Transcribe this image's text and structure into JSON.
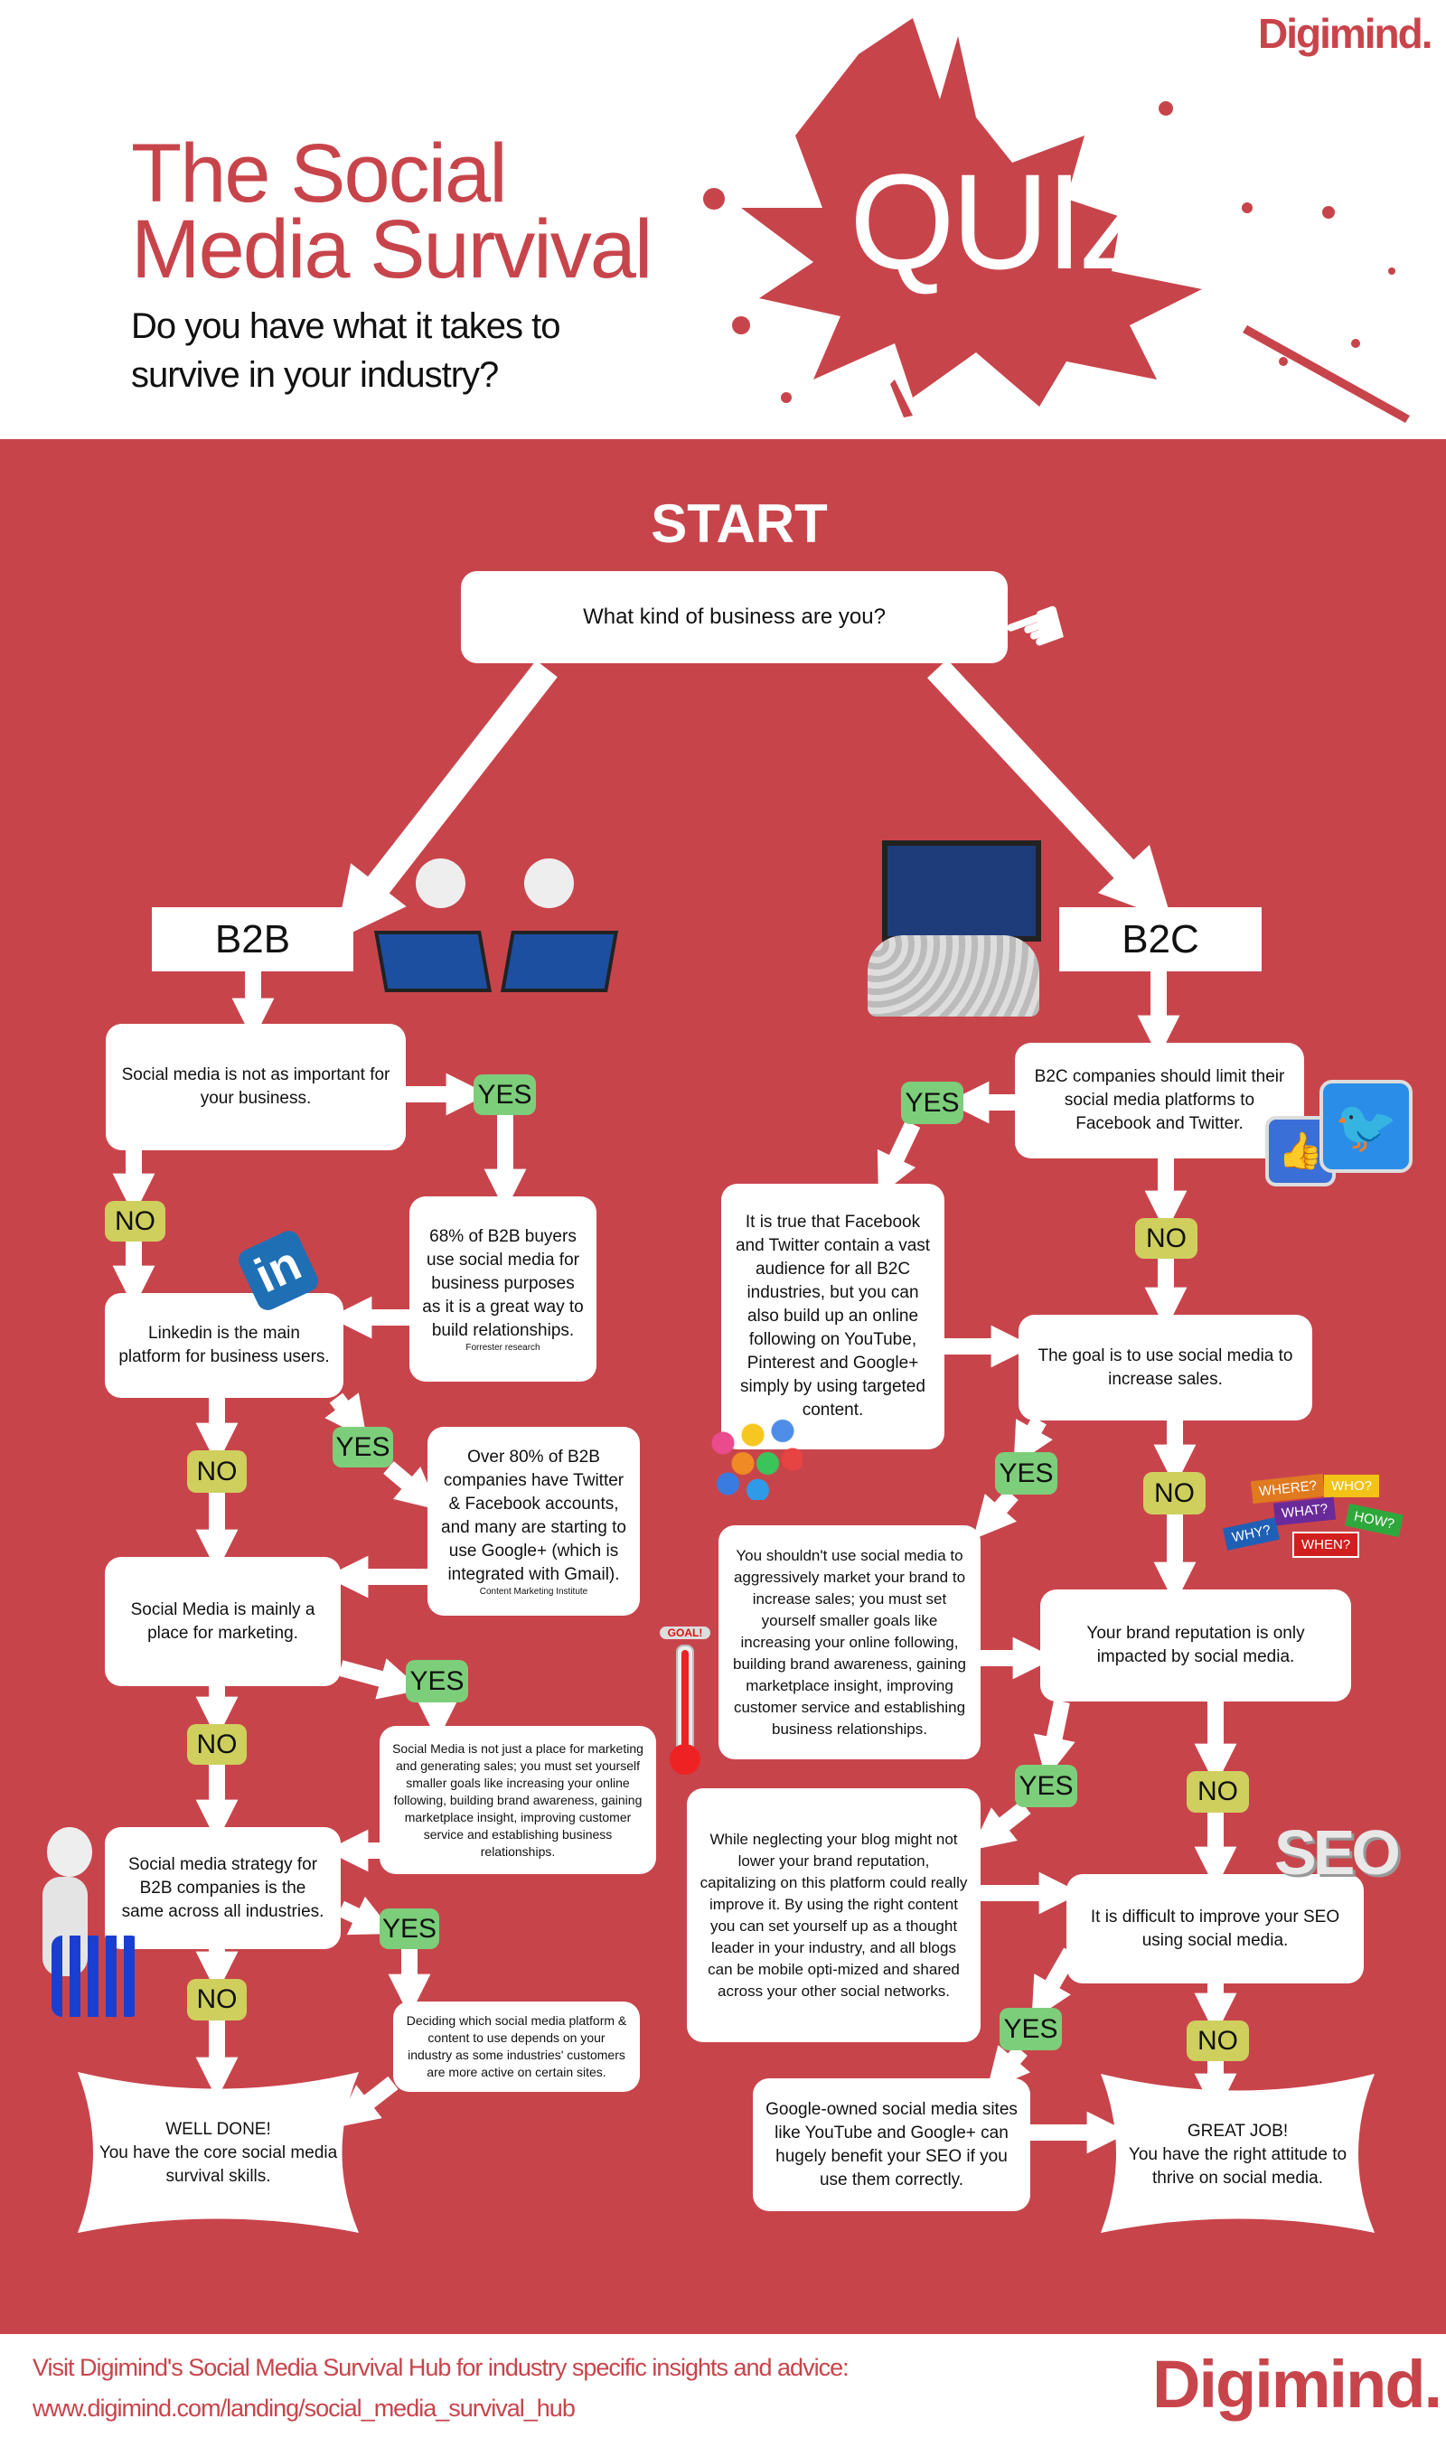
{
  "header": {
    "title_line1": "The Social",
    "title_line2": "Media Survival",
    "subtitle_line1": "Do you have what it takes to",
    "subtitle_line2": "survive in your industry?",
    "quiz": "QUIZ",
    "logo": "Digimind."
  },
  "start": "START",
  "question": "What kind of business are you?",
  "branches": {
    "b2b": "B2B",
    "b2c": "B2C"
  },
  "badges": {
    "yes": "YES",
    "no": "NO"
  },
  "b2b": {
    "q1": "Social media is not as important for your business.",
    "fact1": "68% of B2B buyers use social media for business purposes as it is a great way to build relationships.",
    "fact1_source": "Forrester research",
    "q2": "Linkedin is the main platform for business users.",
    "fact2": "Over 80% of B2B companies have Twitter & Facebook accounts, and many are starting to use Google+ (which is integrated with Gmail).",
    "fact2_source": "Content Marketing Institute",
    "q3": "Social Media is mainly a place for marketing.",
    "fact3": "Social Media is not just a place for marketing and generating sales; you must set yourself smaller goals like increasing your online following, building brand awareness, gaining marketplace insight, improving customer service and establishing business relationships.",
    "q4": "Social media strategy for B2B companies is the same across all industries.",
    "fact4": "Deciding which social media platform & content to use depends on your industry  as some industries' customers are more active on certain sites.",
    "result_title": "WELL DONE!",
    "result_text": "You have the core social media survival skills."
  },
  "b2c": {
    "q1": "B2C companies should limit their social media platforms to Facebook and Twitter.",
    "fact1": "It is true that Facebook and Twitter contain a vast audience for all B2C industries, but you can also build up an online following on YouTube, Pinterest and Google+ simply by using targeted content.",
    "q2": "The goal is to use social media to increase sales.",
    "fact2": "You shouldn't use social media to aggressively market your brand to increase sales; you must set yourself smaller goals like increasing your online following, building brand awareness, gaining marketplace insight, improving customer service and establishing business relationships.",
    "q3": "Your brand reputation is only impacted by social media.",
    "fact3": "While neglecting your blog might not lower your brand reputation, capitalizing on this platform could really improve it. By using the right content you can set yourself up as a thought leader in your industry, and all blogs can be mobile opti-mized and shared across your other social networks.",
    "q4": "It is difficult to improve your SEO using social media.",
    "fact4": "Google-owned social media sites like YouTube and Google+ can hugely benefit your SEO if you use them correctly.",
    "result_title": "GREAT JOB!",
    "result_text": "You have the right attitude to thrive on social media."
  },
  "graphics": {
    "linkedin": "in",
    "goal": "GOAL!",
    "seo": "SEO",
    "signs": [
      "WHERE?",
      "WHO?",
      "WHAT?",
      "HOW?",
      "WHY?",
      "WHEN?"
    ]
  },
  "footer": {
    "line1": "Visit Digimind's Social Media Survival Hub for industry specific insights and advice:",
    "url": "www.digimind.com/landing/social_media_survival_hub",
    "logo": "Digimind."
  },
  "colors": {
    "brand": "#c8444b",
    "yes": "#7dce7a",
    "no": "#cfcf5e"
  }
}
